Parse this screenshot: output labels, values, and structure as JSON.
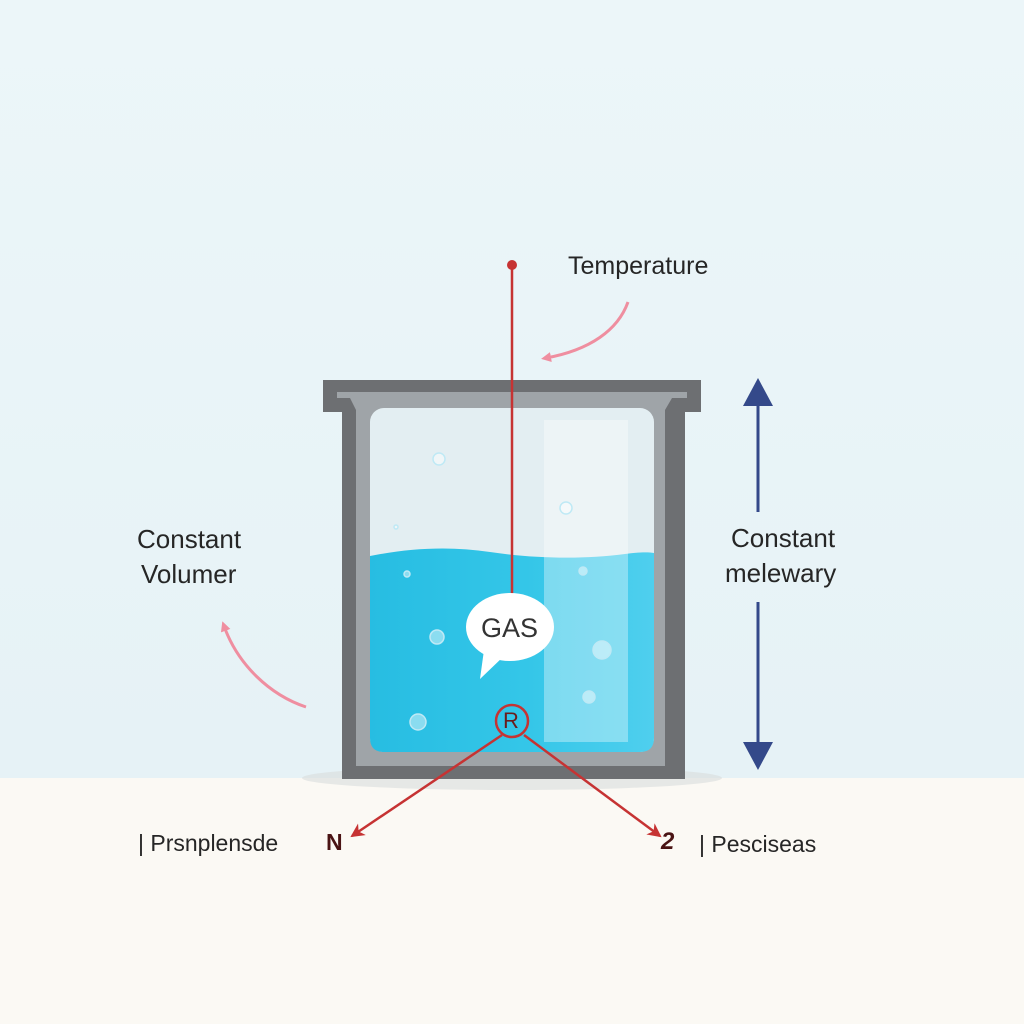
{
  "labels": {
    "temperature": "Temperature",
    "left_line1": "Constant",
    "left_line2": "Volumer",
    "right_line1": "Constant",
    "right_line2": "melewary",
    "gas": "GAS",
    "r_marker": "R",
    "bottom_left_text": "| Prsnplensde",
    "bottom_left_letter": "N",
    "bottom_right_number": "2",
    "bottom_right_text": "| Pesciseas"
  },
  "colors": {
    "background_top": "#ecf6f9",
    "floor": "#fbf9f4",
    "container_frame": "#6d6f72",
    "liquid": "#2ec4e6",
    "red_line": "#c63333",
    "pink_arrow": "#ef8ea0",
    "blue_arrow": "#34498a",
    "text": "#262626"
  },
  "icons": [
    "beaker-container",
    "gas-speech-bubble",
    "double-headed-arrow",
    "curved-arrow"
  ]
}
